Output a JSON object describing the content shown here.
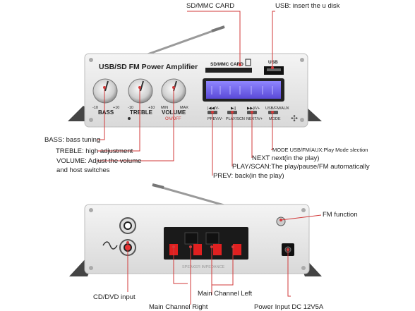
{
  "callouts": {
    "sd_card": "SD/MMC CARD",
    "usb": "USB: insert the u disk",
    "bass": "BASS: bass tuning",
    "treble": "TREBLE: high adjustment",
    "volume_line1": "VOLUME: Adjust the volume",
    "volume_line2": "and host switches",
    "mode": "MODE USB/FM/AUX:Play Mode slection",
    "next": "NEXT next(in the play)",
    "play": "PLAY/SCAN:The play/pause/FM automatically",
    "prev": "PREV: back(in the play)",
    "fm": "FM function",
    "cd_dvd": "CD/DVD input",
    "main_left": "Main Channel Left",
    "main_right": "Main Channel Right",
    "power": "Power Input DC 12V5A"
  },
  "front_panel": {
    "title": "USB/SD FM Power Amplifier",
    "sd_slot_label": "SD/MMC CARD",
    "usb_port_label": "USB",
    "knobs": [
      {
        "name": "BASS",
        "min": "-10",
        "max": "+10"
      },
      {
        "name": "TREBLE",
        "min": "-10",
        "max": "+10"
      },
      {
        "name": "VOLUME",
        "min": "MIN",
        "max": "MAX",
        "sub": "ON/OFF"
      }
    ],
    "buttons": [
      {
        "top": "|◀◀/V-",
        "bottom": "PREV/V-"
      },
      {
        "top": "▶||",
        "bottom": "PLAY/SCN"
      },
      {
        "top": "▶▶|/V+",
        "bottom": "NEXT/V+"
      },
      {
        "top": "USB/FM/AUX",
        "bottom": "MODE"
      }
    ]
  },
  "back_panel": {
    "speaker_text": "SPEAKER IMPEDANCE"
  },
  "colors": {
    "callout": "#d23a3a",
    "display": "#6a5cff"
  }
}
